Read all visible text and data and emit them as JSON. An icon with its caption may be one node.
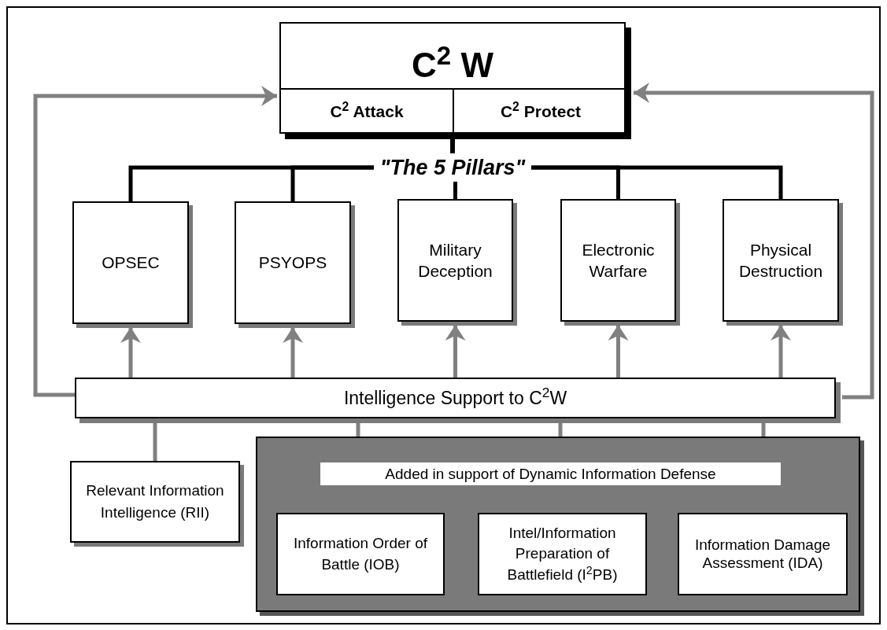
{
  "diagram": {
    "nodes": [
      {
        "text": [
          "C$^{2}$ W"
        ]
      },
      {
        "text": [
          "C$^{2}$  Attack"
        ],
        "in": 0
      },
      {
        "text": [
          "C$^{2}$  Protect"
        ],
        "in": 0
      },
      {
        "text": [
          "OPSEC"
        ]
      },
      {
        "text": [
          "PSYOPS"
        ]
      },
      {
        "text": [
          "Military Deception"
        ]
      },
      {
        "text": [
          "Electronic Warfare"
        ]
      },
      {
        "text": [
          "Physical Destruction"
        ]
      },
      {
        "text": [
          "Intelligence Support to C$^{2}$W"
        ]
      },
      {
        "text": [
          "Relevant Information Intelligence (RII)"
        ]
      },
      {
        "text": [
          "Added in support of Dynamic Information Defense"
        ]
      },
      {
        "text": [
          "Information Order of Battle (IOB)"
        ],
        "in": 10
      },
      {
        "text": [
          "Intel/Information Preparation of Battlefield (I$^{2}$PB)"
        ],
        "in": 10
      },
      {
        "text": [
          "Information Damage Assessment (IDA)"
        ],
        "in": 10
      }
    ],
    "edges": [
      {
        "from": 0,
        "to": 3,
        "arrow": "none",
        "color": "#000000"
      },
      {
        "from": 0,
        "to": 4,
        "arrow": "none",
        "color": "#000000"
      },
      {
        "from": 0,
        "to": 5,
        "arrow": "none",
        "color": "#000000"
      },
      {
        "from": 0,
        "to": 6,
        "arrow": "none",
        "color": "#000000"
      },
      {
        "from": 0,
        "to": 7,
        "arrow": "none",
        "color": "#000000"
      },
      {
        "from": 8,
        "to": 3,
        "arrow": "to"
      },
      {
        "from": 8,
        "to": 4,
        "arrow": "to"
      },
      {
        "from": 8,
        "to": 5,
        "arrow": "to"
      },
      {
        "from": 8,
        "to": 6,
        "arrow": "to"
      },
      {
        "from": 8,
        "to": 7,
        "arrow": "to"
      },
      {
        "from": 8,
        "to": 0,
        "arrow": "to"
      },
      {
        "from": 8,
        "to": 0,
        "arrow": "to"
      },
      {
        "from": 8,
        "to": 9,
        "arrow": "none"
      },
      {
        "from": 8,
        "to": 10,
        "arrow": "none"
      },
      {
        "from": 8,
        "to": 10,
        "arrow": "none"
      },
      {
        "from": 8,
        "to": 10,
        "arrow": "none"
      }
    ],
    "labels": [
      "\"The 5 Pillars\""
    ]
  }
}
